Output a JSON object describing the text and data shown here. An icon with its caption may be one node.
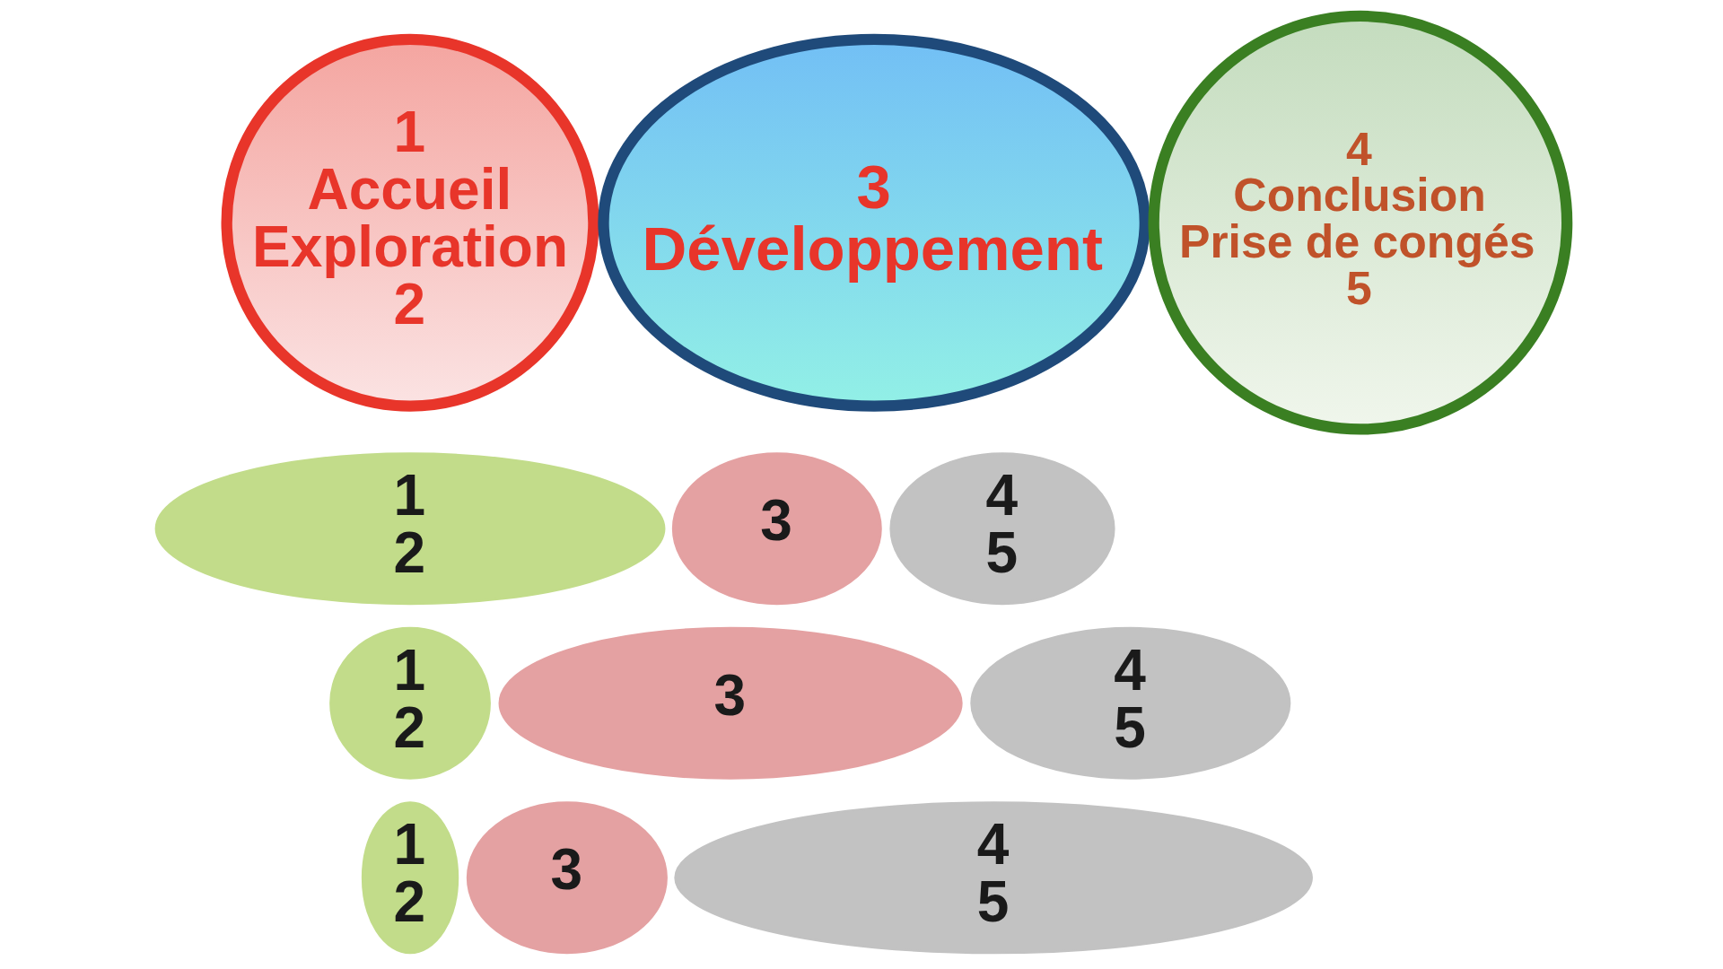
{
  "diagram": {
    "nodes": [
      {
        "text": [
          "1",
          "Accueil",
          "Exploration",
          "2"
        ]
      },
      {
        "text": [
          "3",
          "Développement"
        ]
      },
      {
        "text": [
          "4",
          "Conclusion",
          "Prise de congés",
          "5"
        ]
      },
      {
        "text": [
          "1",
          "2"
        ]
      },
      {
        "text": [
          "3"
        ]
      },
      {
        "text": [
          "4",
          "5"
        ]
      },
      {
        "text": [
          "1",
          "2"
        ]
      },
      {
        "text": [
          "3"
        ]
      },
      {
        "text": [
          "4",
          "5"
        ]
      },
      {
        "text": [
          "1",
          "2"
        ]
      },
      {
        "text": [
          "3"
        ]
      },
      {
        "text": [
          "4",
          "5"
        ]
      }
    ],
    "edges": []
  }
}
